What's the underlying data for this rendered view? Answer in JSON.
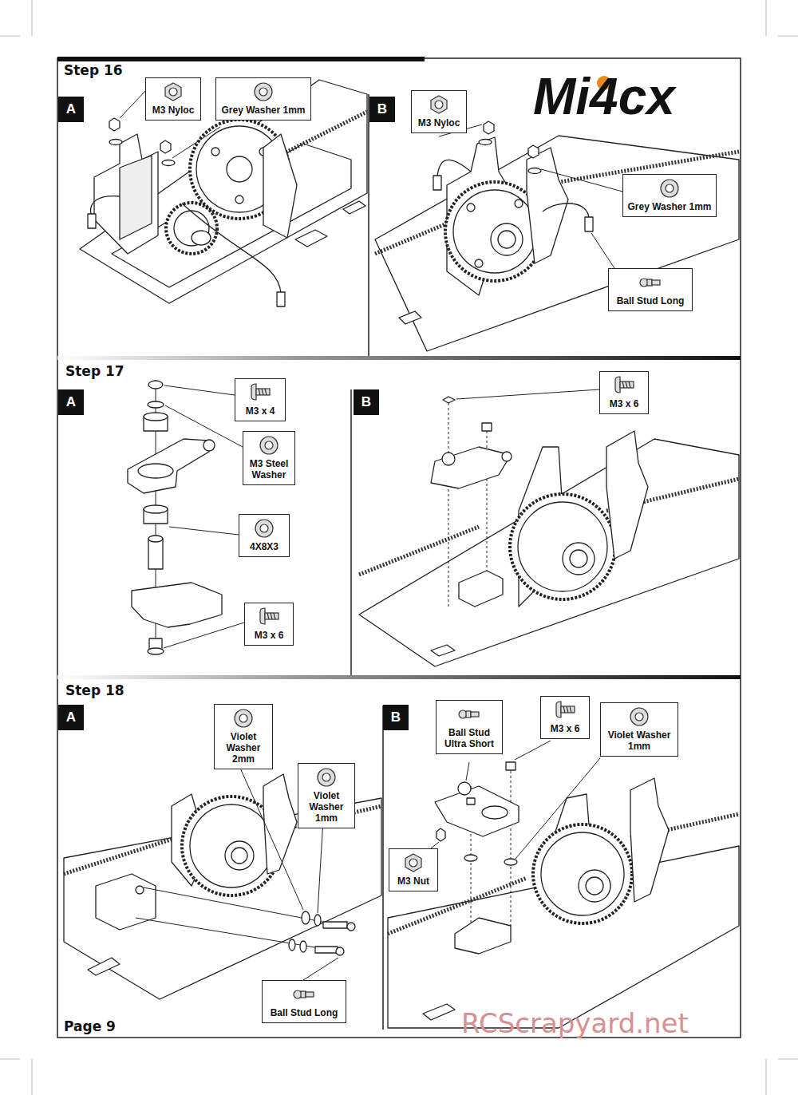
{
  "diagram": {
    "nodes": [
      {
        "text": [
          "A"
        ]
      },
      {
        "text": [
          "M3 Nyloc"
        ]
      },
      {
        "text": [
          "Grey Washer 1mm"
        ]
      },
      {
        "text": [
          "B"
        ]
      },
      {
        "text": [
          "M3 Nyloc"
        ]
      },
      {
        "text": [
          "Grey Washer 1mm"
        ]
      },
      {
        "text": [
          "Ball Stud Long"
        ]
      },
      {
        "text": [
          "A"
        ]
      },
      {
        "text": [
          "M3 x 4"
        ]
      },
      {
        "text": [
          "M3 Steel Washer"
        ]
      },
      {
        "text": [
          "4X8X3"
        ]
      },
      {
        "text": [
          "M3 x 6"
        ]
      },
      {
        "text": [
          "B"
        ]
      },
      {
        "text": [
          "M3 x 6"
        ]
      },
      {
        "text": [
          "A"
        ]
      },
      {
        "text": [
          "Violet Washer 2mm"
        ]
      },
      {
        "text": [
          "Violet Washer 1mm"
        ]
      },
      {
        "text": [
          "B"
        ]
      },
      {
        "text": [
          "Ball Stud Ultra Short"
        ]
      },
      {
        "text": [
          "M3 x 6"
        ]
      },
      {
        "text": [
          "Violet Washer 1mm"
        ]
      },
      {
        "text": [
          "M3 Nut"
        ]
      },
      {
        "text": [
          "Ball Stud Long"
        ]
      }
    ],
    "labels": [
      "Step 16",
      "Mi4cx",
      "Step 17",
      "Step 18",
      "Page 9",
      "RCScrapyard.net"
    ]
  }
}
